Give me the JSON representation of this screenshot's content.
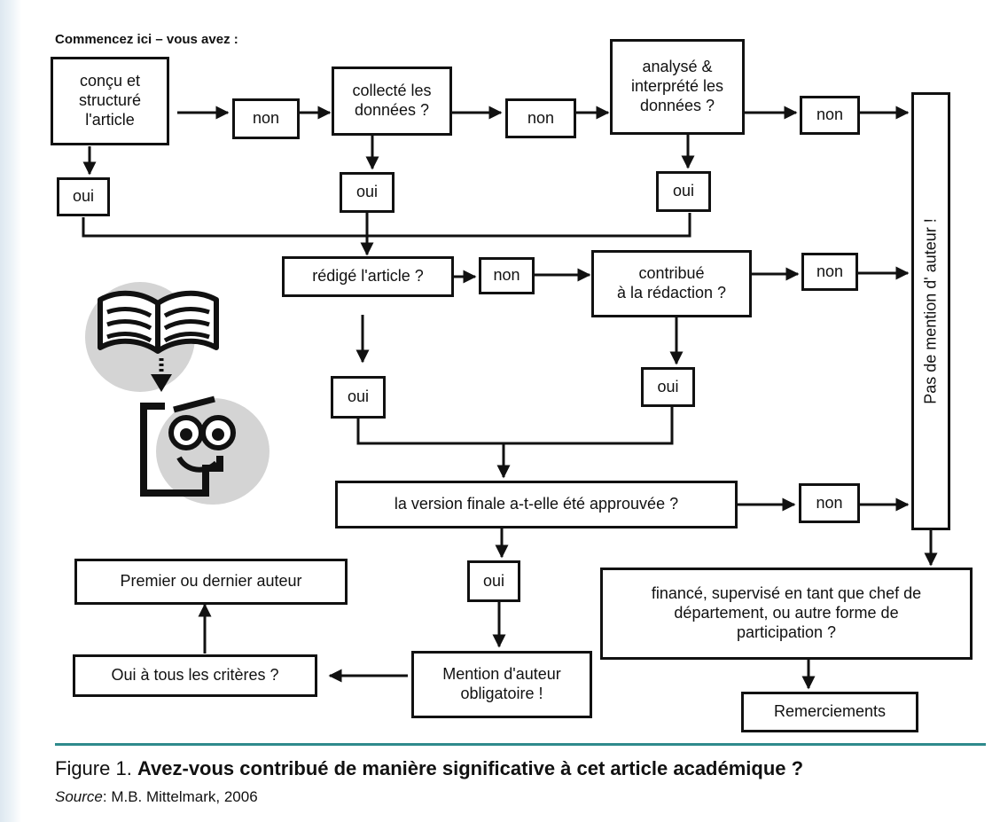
{
  "header": {
    "start": "Commencez ici – vous avez :"
  },
  "nodes": {
    "concu": "conçu et\nstructuré\nl'article",
    "non1": "non",
    "collecte": "collecté les\ndonnées ?",
    "non2": "non",
    "analyse": "analysé &\ninterprété les\ndonnées ?",
    "non3": "non",
    "oui1": "oui",
    "oui2": "oui",
    "oui3": "oui",
    "redige": "rédigé l'article ?",
    "non4": "non",
    "contribue": "contribué\nà la rédaction ?",
    "non5": "non",
    "oui4": "oui",
    "oui5": "oui",
    "version": "la version finale a-t-elle été approuvée ?",
    "non6": "non",
    "pas_mention": "Pas de mention d' auteur !",
    "oui6": "oui",
    "premier": "Premier ou dernier auteur",
    "tous": "Oui à tous les critères ?",
    "mention": "Mention d'auteur\nobligatoire !",
    "finance": "financé, supervisé en tant que chef de\ndépartement, ou autre forme de\nparticipation ?",
    "remerciements": "Remerciements"
  },
  "caption": {
    "prefix": "Figure 1.",
    "title": "Avez-vous contribué de manière significative à cet article académique ?",
    "source_label": "Source",
    "source_text": ": M.B. Mittelmark, 2006"
  },
  "colors": {
    "rule": "#2e8a8c",
    "ink": "#111111",
    "illustration_shadow": "#d4d4d4"
  }
}
